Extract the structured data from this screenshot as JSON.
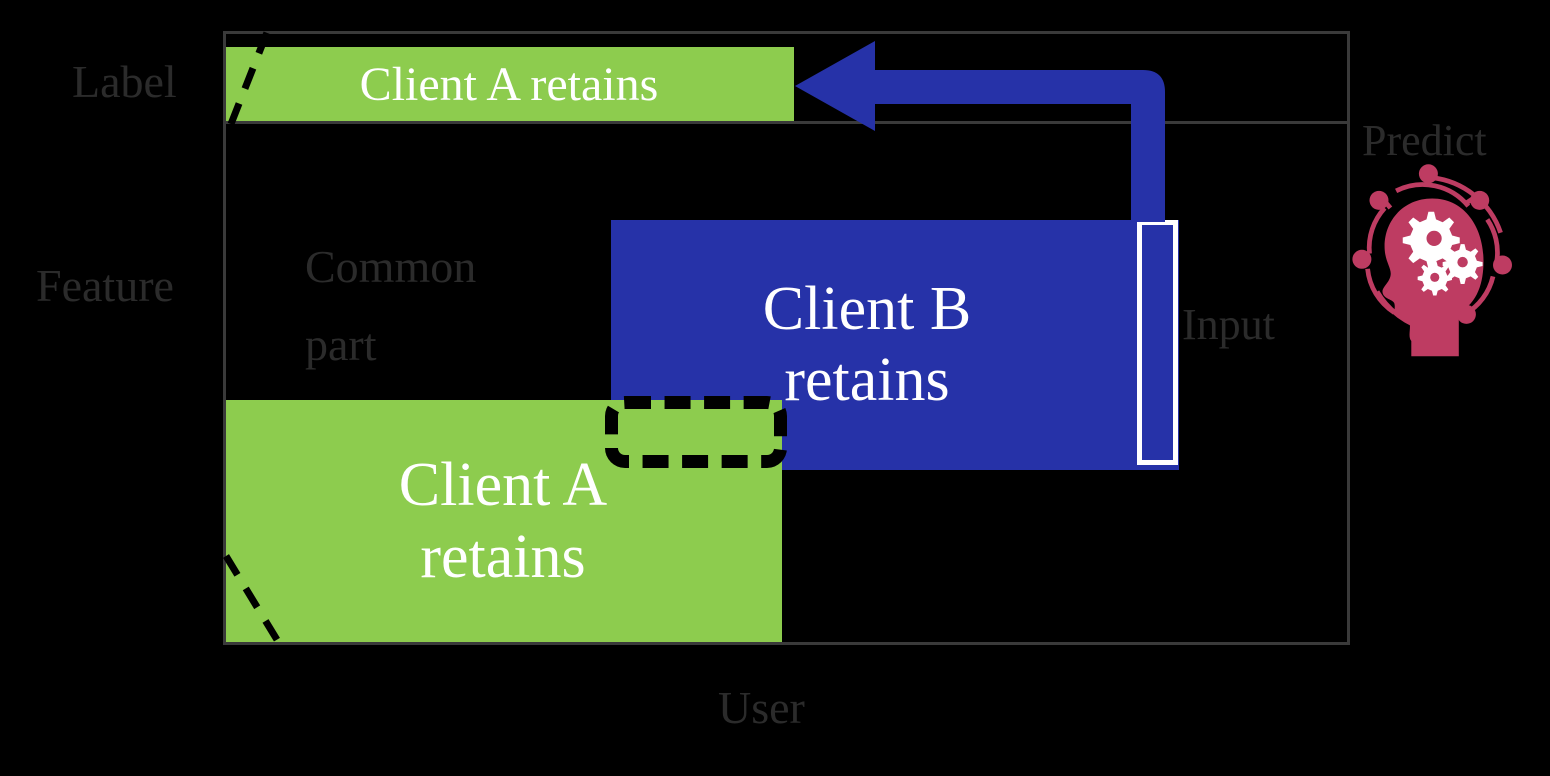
{
  "diagram": {
    "title": "Federated learning feature/label partition diagram",
    "axis_labels": {
      "label": "Label",
      "feature": "Feature",
      "user": "User"
    },
    "common_part": "Common\npart",
    "blocks": [
      {
        "id": "client-a-label",
        "text": "Client A retains",
        "color": "#8DCC4E"
      },
      {
        "id": "client-b",
        "text": "Client B\nretains",
        "color": "#2632A8"
      },
      {
        "id": "client-a-feature",
        "text": "Client A\nretains",
        "color": "#8DCC4E"
      }
    ],
    "annotations": {
      "input": "Input",
      "predict": "Predict"
    },
    "icons": {
      "predict": "brain-gears-icon",
      "arrow": "feedback-arrow-icon",
      "overlap": "dashed-overlap-marker"
    },
    "colors": {
      "green": "#8DCC4E",
      "blue": "#2632A8",
      "pink": "#BE3C62",
      "frame": "#3a3a3a",
      "text_gray": "#2b2b2b",
      "text_white": "#ffffff",
      "background": "#000000"
    }
  }
}
